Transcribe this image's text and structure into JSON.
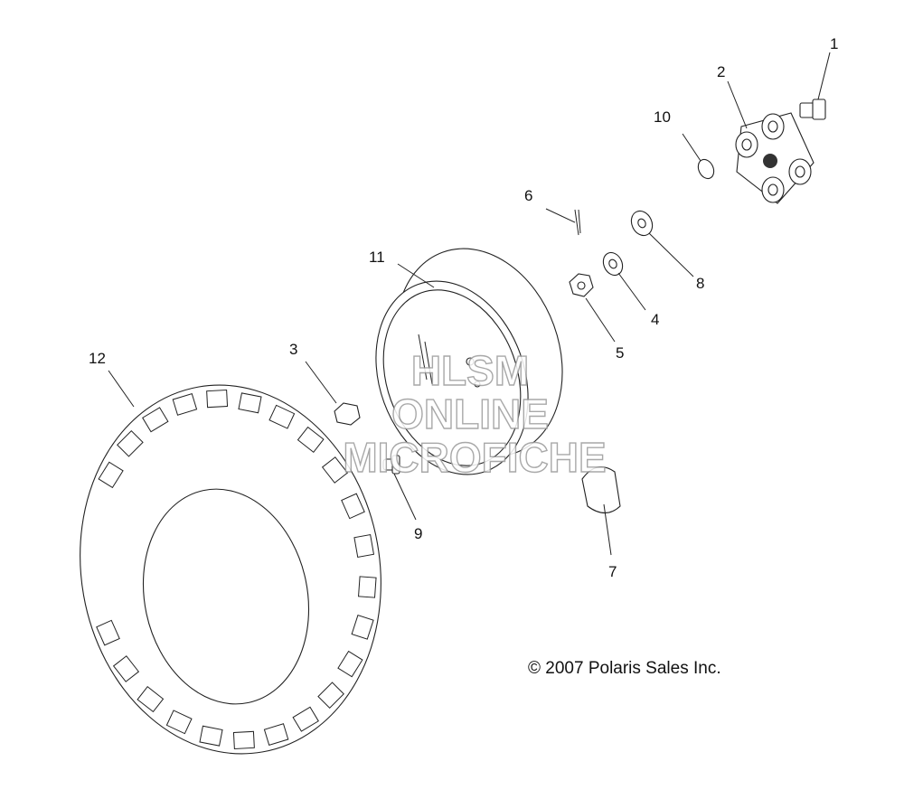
{
  "callouts": {
    "c1": "1",
    "c2": "2",
    "c3": "3",
    "c4": "4",
    "c5": "5",
    "c6": "6",
    "c7": "7",
    "c8": "8",
    "c9": "9",
    "c10": "10",
    "c11": "11",
    "c12": "12"
  },
  "copyright": "© 2007 Polaris Sales Inc.",
  "watermark": {
    "line1": "HLSM",
    "line2": "ONLINE",
    "line3": "MICROFICHE"
  },
  "colors": {
    "line": "#222222",
    "watermark": "#9a9a9a",
    "background": "#ffffff"
  }
}
